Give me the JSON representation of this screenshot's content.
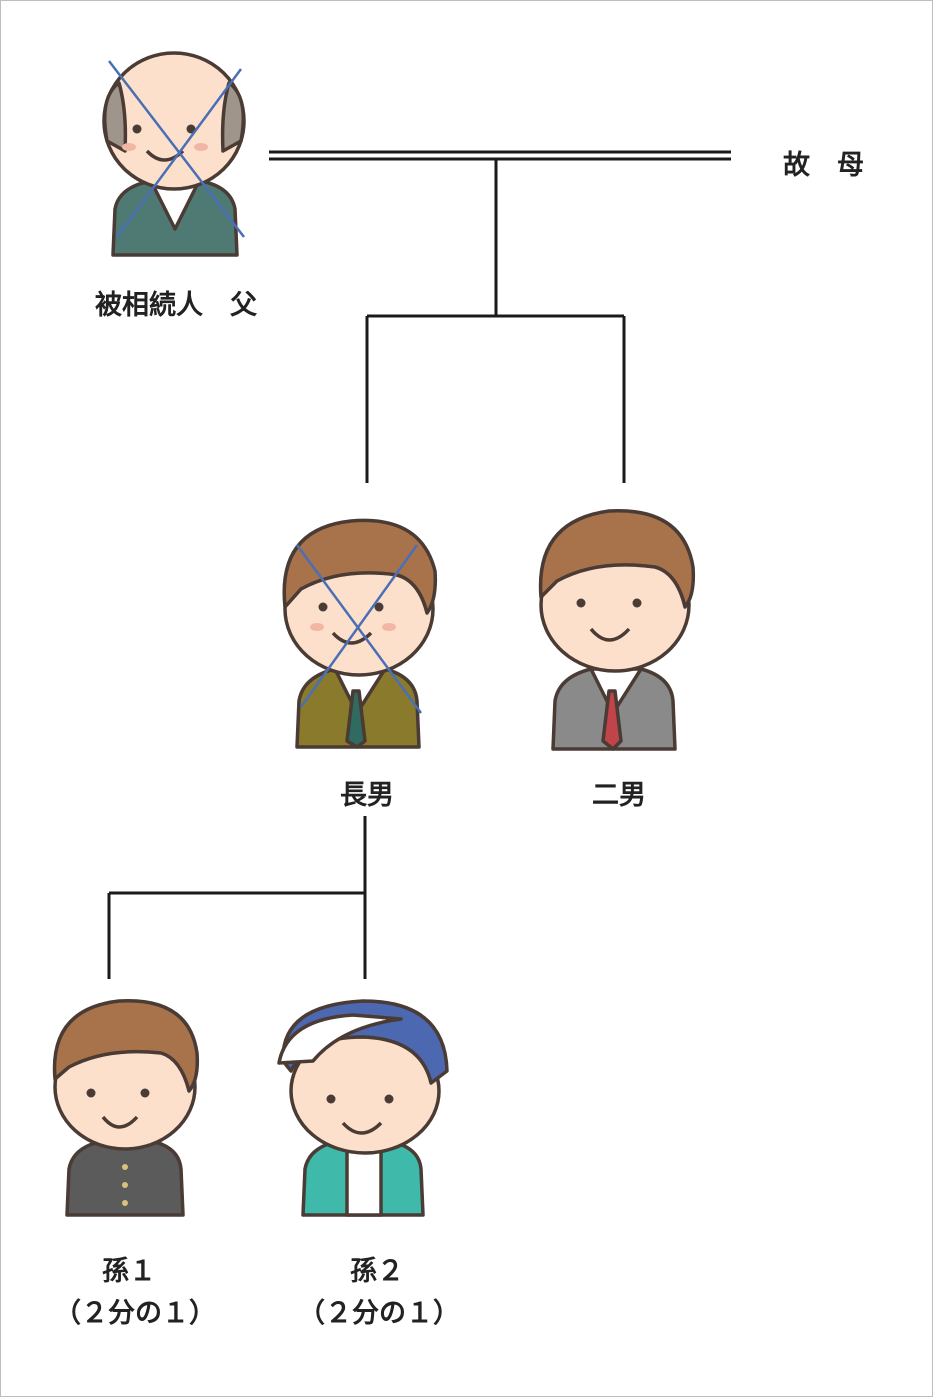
{
  "labels": {
    "deceased_father": "被相続人　父",
    "late_mother": "故　母",
    "eldest_son": "長男",
    "second_son": "二男",
    "grandchild_1": "孫１",
    "grandchild_1_share": "（２分の１）",
    "grandchild_2": "孫２",
    "grandchild_2_share": "（２分の１）"
  },
  "icons": {
    "father": "elderly-man-avatar-icon",
    "eldest_son": "man-avatar-icon",
    "second_son": "man-in-suit-avatar-icon",
    "grandchild_1": "boy-in-uniform-avatar-icon",
    "grandchild_2": "boy-with-cap-avatar-icon",
    "deceased_mark": "cross-mark-icon"
  },
  "colors": {
    "line": "#1a1a1a",
    "outline": "#4a3b35",
    "skin": "#fce0cc",
    "hair_brown": "#a8724a",
    "hair_grey": "#a0958a",
    "father_vest": "#4f7a73",
    "eldest_jacket": "#8a7a2c",
    "second_jacket": "#8a8a8a",
    "g1_jacket": "#5b5b5b",
    "g2_jacket": "#3fb9a9",
    "cap_blue": "#4b68b0",
    "cross": "#4a6fb5"
  }
}
